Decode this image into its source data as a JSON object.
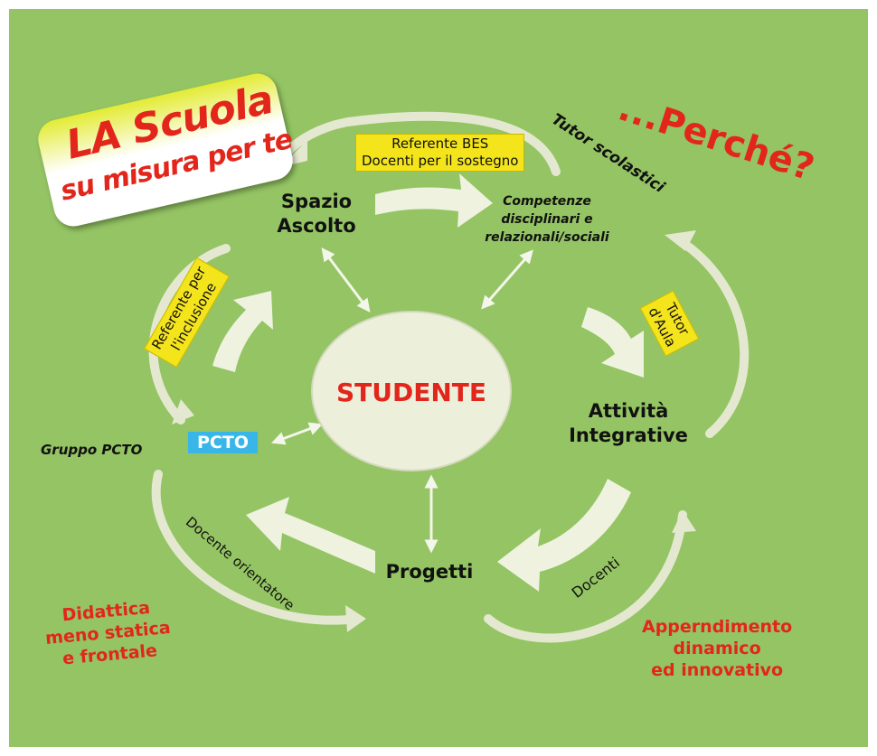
{
  "badge": {
    "line1": "LA Scuola",
    "line2": "su misura per te"
  },
  "question": "...Perché?",
  "center": "STUDENTE",
  "nodes": {
    "spazio": "Spazio\nAscolto",
    "attivita": "Attività\nIntegrative",
    "progetti": "Progetti",
    "pcto": "PCTO"
  },
  "competenze": "Competenze\ndisciplinari e\nrelazionali/sociali",
  "roles": {
    "referente_bes": "Referente BES\nDocenti per il sostegno",
    "tutor_scolastici": "Tutor scolastici",
    "referente_inclusione": "Referente per\nl'inclusione",
    "tutor_aula": "Tutor\nd'Aula",
    "gruppo_pcto": "Gruppo PCTO",
    "docente_orientatore": "Docente orientatore",
    "docenti": "Docenti"
  },
  "outcomes": {
    "didattica": "Didattica\nmeno statica\ne frontale",
    "apprendimento": "Apperndimento\ndinamico\ned innovativo"
  },
  "colors": {
    "background": "#94c463",
    "arrow": "#eef2df",
    "accent_red": "#e2261c",
    "highlight": "#f4e41c",
    "pcto": "#38b6e8"
  }
}
